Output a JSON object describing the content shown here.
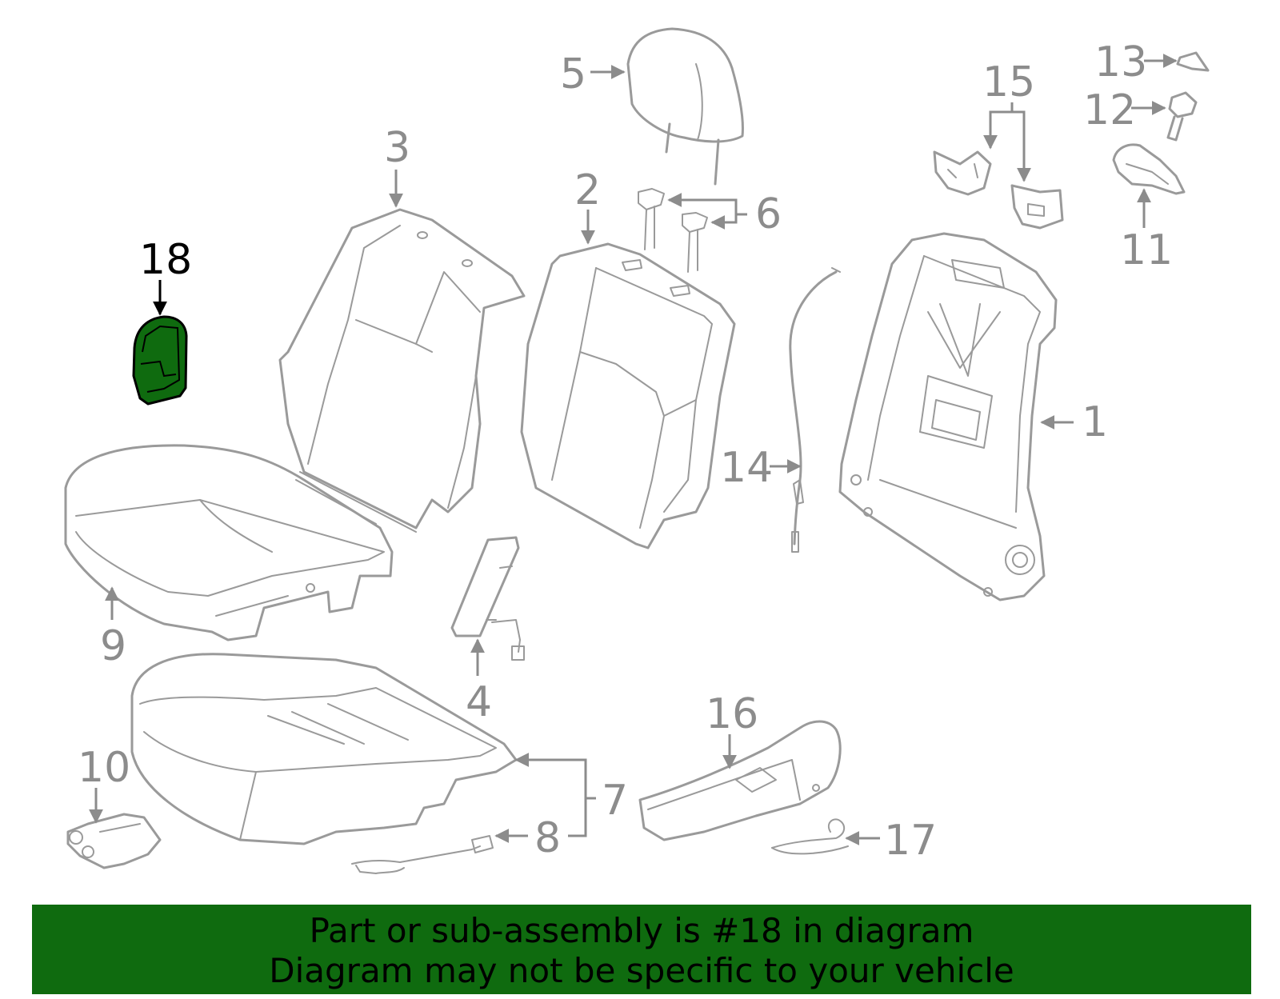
{
  "highlight": {
    "part_number": "18",
    "fill_color": "#0f6b0f"
  },
  "callouts": {
    "c1": "1",
    "c2": "2",
    "c3": "3",
    "c4": "4",
    "c5": "5",
    "c6": "6",
    "c7": "7",
    "c8": "8",
    "c9": "9",
    "c10": "10",
    "c11": "11",
    "c12": "12",
    "c13": "13",
    "c14": "14",
    "c15": "15",
    "c16": "16",
    "c17": "17",
    "c18": "18"
  },
  "banner": {
    "line1": "Part or sub-assembly is #18 in diagram",
    "line2": "Diagram may not be specific to your vehicle",
    "background": "#0f6b0f"
  }
}
